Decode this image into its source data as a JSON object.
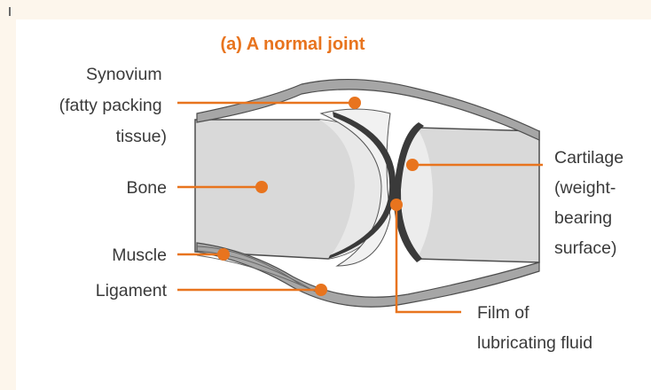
{
  "title": "(a) A normal joint",
  "colors": {
    "accent": "#e8741e",
    "background": "#fdf6ec",
    "panel": "#ffffff",
    "bone": "#d9d9d9",
    "capsule": "#a6a6a6",
    "outline": "#4d4d4d",
    "text": "#3a3a3a"
  },
  "labels": {
    "synovium": [
      "Synovium",
      "(fatty packing",
      "tissue)"
    ],
    "bone": [
      "Bone"
    ],
    "muscle": [
      "Muscle"
    ],
    "ligament": [
      "Ligament"
    ],
    "cartilage": [
      "Cartilage",
      "(weight-",
      "bearing",
      "surface)"
    ],
    "film": [
      "Film of",
      "lubricating fluid"
    ]
  }
}
